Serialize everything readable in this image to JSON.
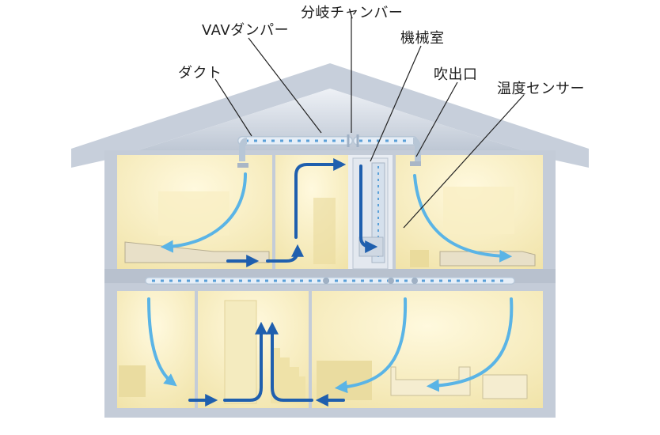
{
  "labels": {
    "duct": "ダクト",
    "vav_damper": "VAVダンパー",
    "branch_chamber": "分岐チャンバー",
    "machine_room": "機械室",
    "outlet": "吹出口",
    "temp_sensor": "温度センサー"
  },
  "colors": {
    "wall": "#c4ccd8",
    "wall_dark": "#9aa5b4",
    "room": "#f6edc0",
    "room_light": "#fbf6da",
    "duct": "#dde8f3",
    "duct_dot": "#5aa0d8",
    "supply_arrow": "#5ab4e6",
    "return_arrow": "#1f5fae"
  }
}
